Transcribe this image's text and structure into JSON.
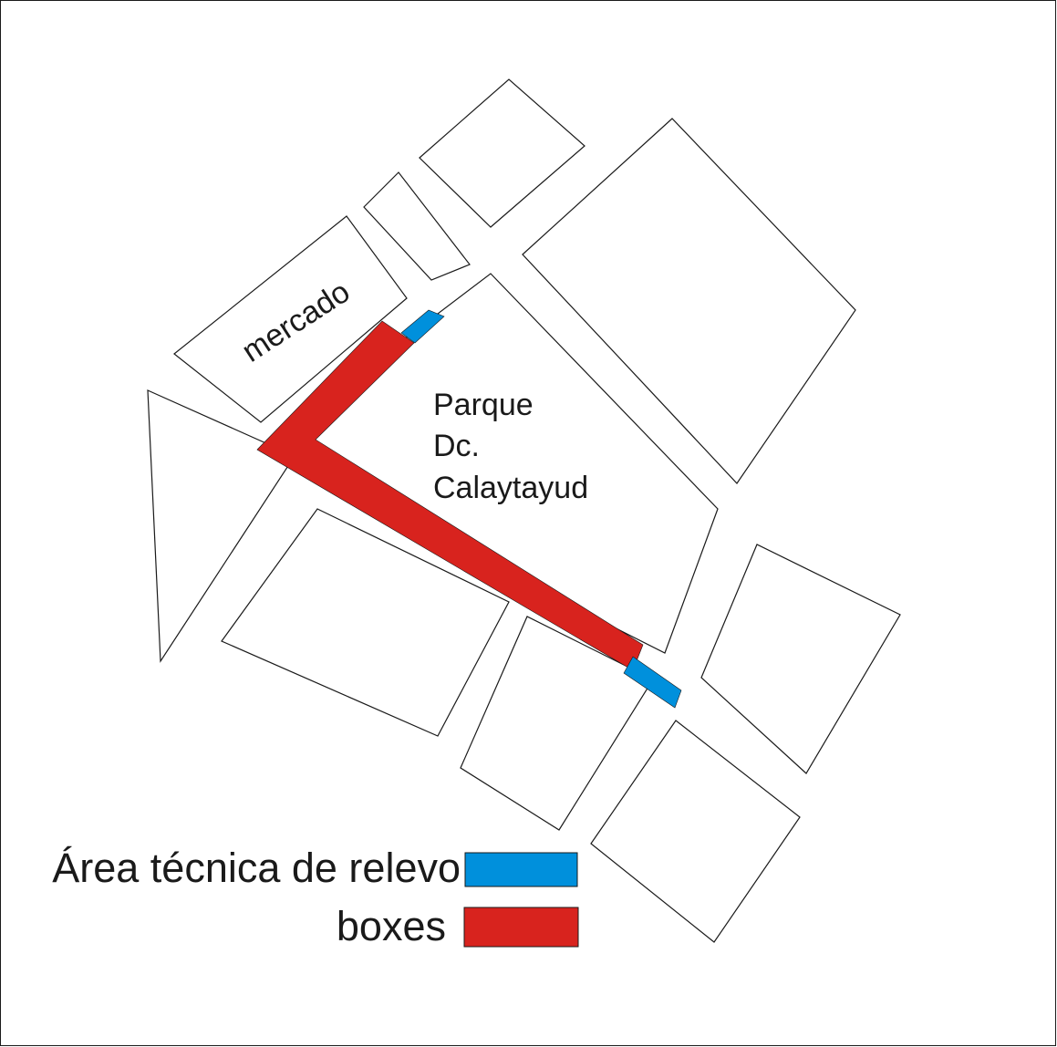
{
  "labels": {
    "market": "mercado",
    "park_line1": "Parque",
    "park_line2": "Dc.",
    "park_line3": "Calaytayud"
  },
  "legend": [
    {
      "label": "Área técnica de relevo",
      "color": "#0090dc"
    },
    {
      "label": "boxes",
      "color": "#d8231e"
    }
  ],
  "colors": {
    "relay_area": "#0090dc",
    "boxes": "#d8231e",
    "outline": "#1a1a1a",
    "background": "#ffffff"
  }
}
